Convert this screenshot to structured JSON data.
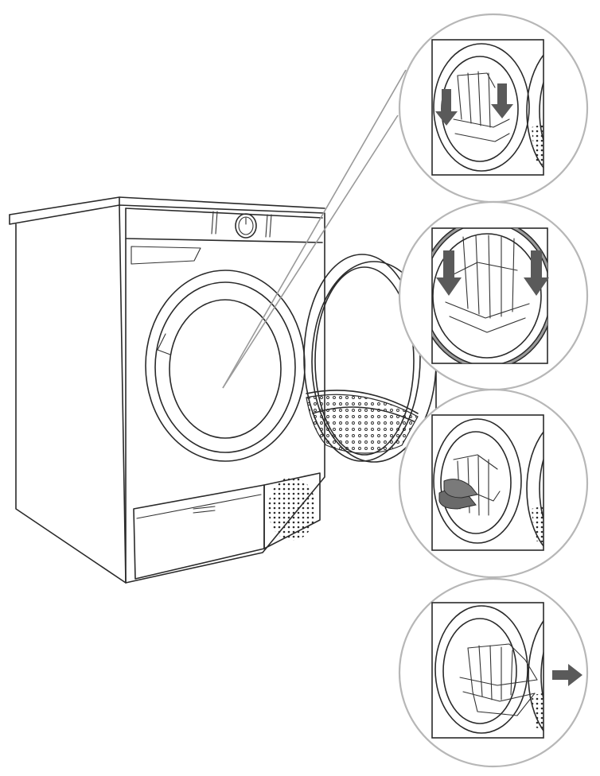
{
  "colors": {
    "line": "#2a2a2a",
    "callout_outline": "#b7b7b7",
    "arrow": "#5a5a5a",
    "background": "#ffffff"
  },
  "figure": {
    "subject": "tumble-dryer-with-open-door",
    "steps": [
      {
        "id": "step-1",
        "arrows": "down-arrow-icon"
      },
      {
        "id": "step-2",
        "arrows": "down-arrow-icon"
      },
      {
        "id": "step-3",
        "arrows": ""
      },
      {
        "id": "step-4",
        "arrows": "right-arrow-icon"
      }
    ]
  }
}
